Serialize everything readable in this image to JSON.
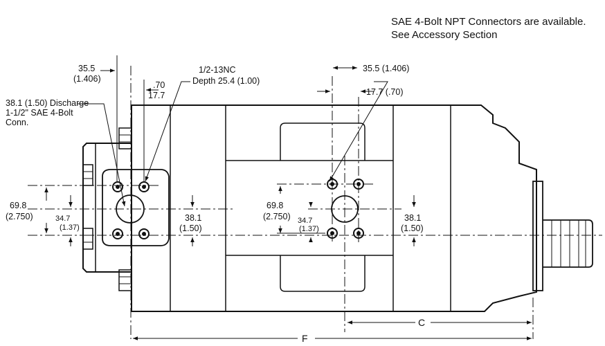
{
  "note": {
    "line1": "SAE 4-Bolt NPT Connectors are available.",
    "line2": "See Accessory Section"
  },
  "dims": {
    "left_offset_mm": "35.5",
    "left_offset_in": "(1.406)",
    "left_bolt_in": ".70",
    "left_bolt_mm": "17.7",
    "discharge_l1": "38.1 (1.50) Discharge",
    "discharge_l2": "1-1/2\" SAE 4-Bolt",
    "discharge_l3": "Conn.",
    "thread_l1": "1/2-13NC",
    "thread_l2": "Depth 25.4 (1.00)",
    "right_offset": "35.5 (1.406)",
    "right_bolt": "17.7 (.70)",
    "bolt_spacing_mm": "69.8",
    "bolt_spacing_in": "(2.750)",
    "half_spacing_mm": "34.7",
    "half_spacing_in": "(1.37)",
    "port_dia_mm": "38.1",
    "port_dia_in": "(1.50)",
    "dim_c": "C",
    "dim_f": "F"
  }
}
